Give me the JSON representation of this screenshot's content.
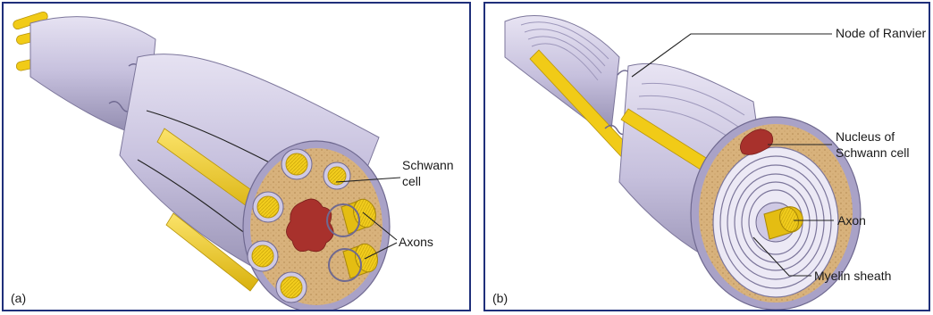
{
  "panel_a": {
    "letter": "(a)",
    "labels": {
      "schwann_line1": "Schwann",
      "schwann_line2": "cell",
      "axons": "Axons"
    }
  },
  "panel_b": {
    "letter": "(b)",
    "labels": {
      "node": "Node of Ranvier",
      "nucleus_line1": "Nucleus of",
      "nucleus_line2": "Schwann cell",
      "axon": "Axon",
      "myelin": "Myelin sheath"
    }
  },
  "colors": {
    "border": "#1f2f7a",
    "membrane": "#c9c3df",
    "membrane_dark": "#8e88ad",
    "cytoplasm": "#d9b47e",
    "axon": "#f1cb17",
    "nucleus": "#a8312c"
  }
}
